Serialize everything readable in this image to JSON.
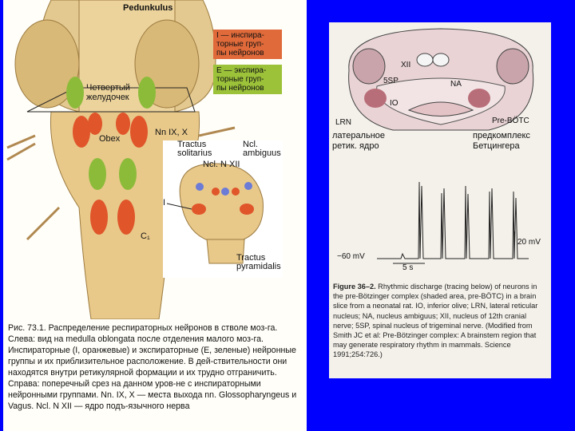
{
  "left_figure": {
    "labels": {
      "pedunkulus": "Pedunkulus",
      "fourth_ventricle": "Четвертый\nжелудочек",
      "obex": "Obex",
      "nn_ix_x": "Nn IX, X",
      "tractus_solitarius": "Tractus\nsolitarius",
      "ncl_ambiguus": "Ncl.\nambiguus",
      "ncl_n_xii": "Ncl. N XII",
      "tractus_pyramidalis": "Tractus\npyramidalis",
      "c1": "C₁",
      "I": "I",
      "E": "E"
    },
    "legend_inspiratory": "I — инспира-\nторные груп-\nпы нейронов",
    "legend_expiratory": "E — экспира-\nторные груп-\nпы нейронов",
    "caption": "Рис. 73.1. Распределение респираторных нейронов в стволе моз-га. Слева: вид на medulla oblongata после отделения малого моз-га. Инспираторные (I, оранжевые) и экспираторные (E, зеленые) нейронные группы и их приблизительное расположение. В дей-ствительности они находятся внутри ретикулярной формации и их трудно отграничить. Справа: поперечный срез на данном уров-не с инспираторными нейронными группами. Nn. IX, X — места выхода nn. Glossopharyngeus и Vagus. Ncl. N XII — ядро подъ-язычного нерва"
  },
  "right_figure": {
    "labels": {
      "xii": "XII",
      "5sp": "5SP",
      "na": "NA",
      "io": "IO",
      "lrn": "LRN",
      "pre_botc": "Pre-BÖTC",
      "lateral_nucleus": "латеральное\nретик. ядро",
      "pre_complex": "предкомплекс\nБетцингера",
      "minus60": "−60 mV",
      "scale_20": "20 mV",
      "scale_5": "5 s"
    },
    "caption_head": "Figure 36–2.",
    "caption_body": " Rhythmic discharge (tracing below) of neurons in the pre-Bötzinger complex (shaded area, pre-BÖTC) in a brain slice from a neonatal rat. IO, inferior olive; LRN, lateral reticular nucleus; NA, nucleus ambiguus; XII, nucleus of 12th cranial nerve; 5SP, spinal nucleus of trigeminal nerve. (Modified from Smith JC et al: Pre-Bötzinger complex: A brainstem region that may generate respiratory rhythm in mammals. Science 1991;254:726.)"
  },
  "colors": {
    "background": "#0000ff",
    "inspiratory": "#e0552a",
    "expiratory": "#8cbb3a",
    "tissue": "#e8c98a"
  }
}
